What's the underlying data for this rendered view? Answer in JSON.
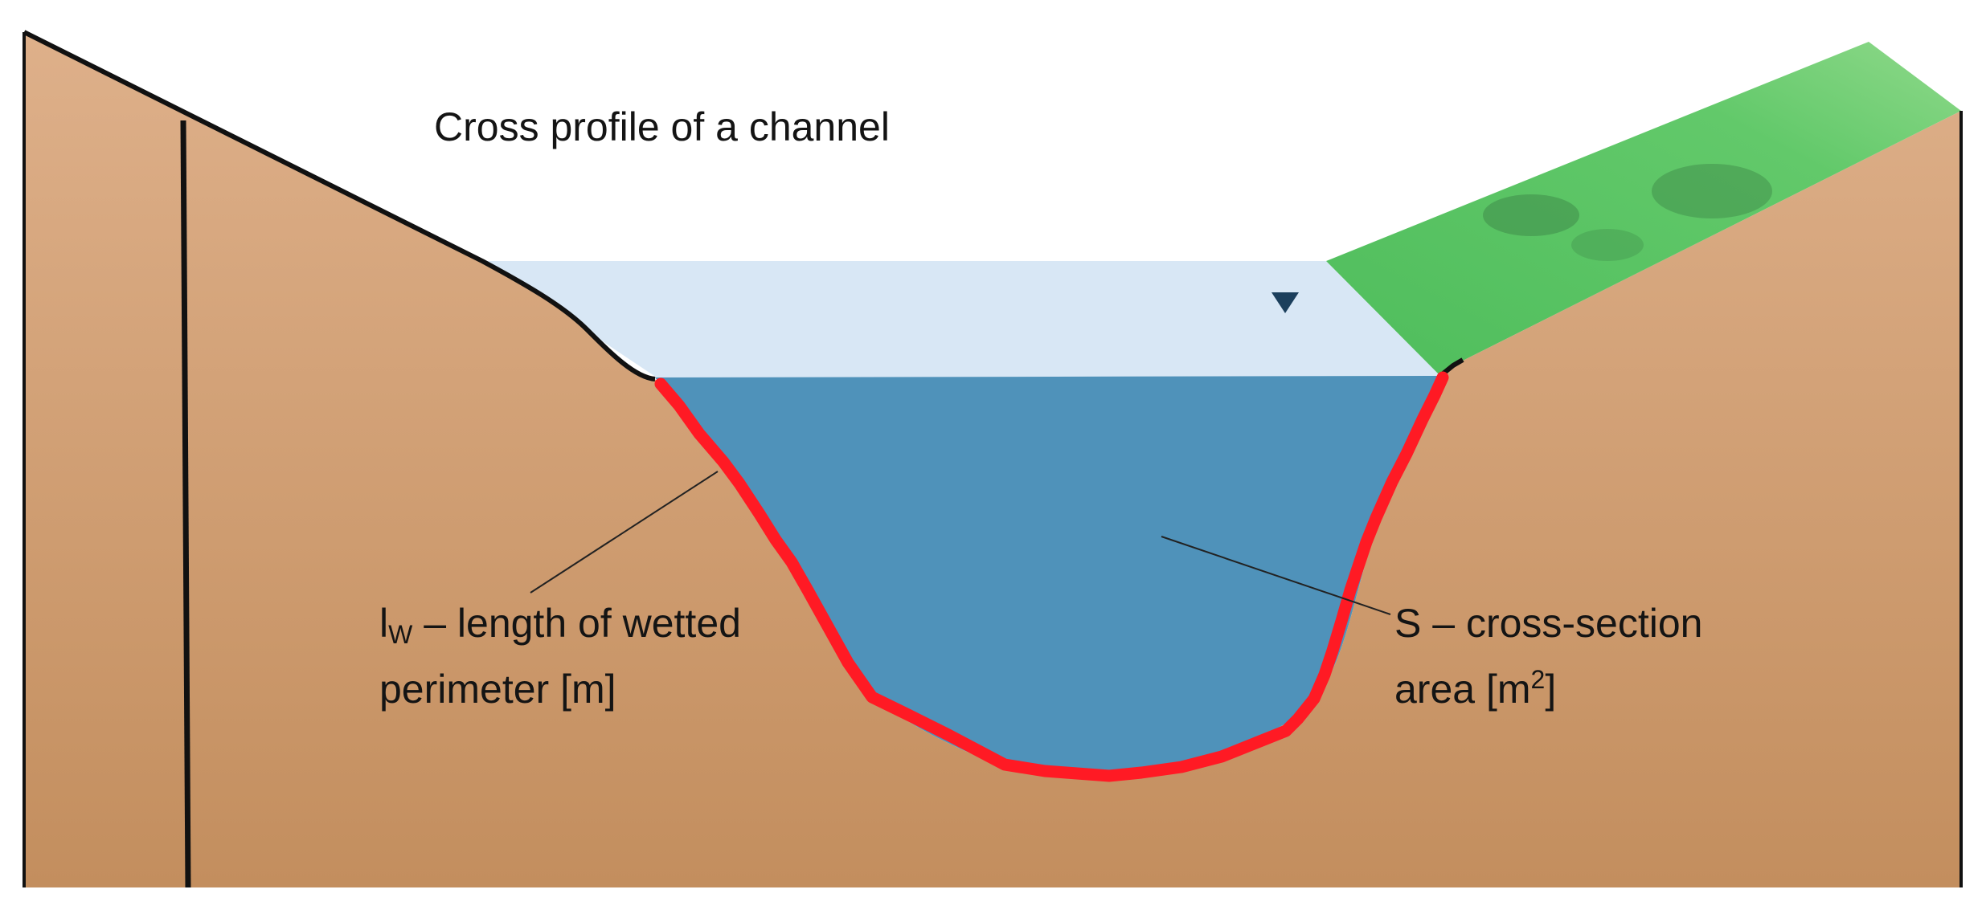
{
  "diagram": {
    "title": "Cross profile of a channel",
    "wetted_perimeter": {
      "symbol": "l",
      "subscript": "W",
      "line1_rest": " – length of wetted",
      "line2": "perimeter [m]"
    },
    "cross_section": {
      "line1": "S – cross-section",
      "line2_main": "area [m",
      "line2_sup": "2",
      "line2_end": "]"
    }
  },
  "colors": {
    "soil_top": "#deb08a",
    "soil_bottom": "#c38e5e",
    "water_surface_zone": "#d8e7f5",
    "water": "#4f92ba",
    "grass": "#58c462",
    "grass_dark": "#3f8c4a",
    "wetted_perimeter": "#ff1a24",
    "outline": "#111111",
    "water_level_marker": "#1b3f5c"
  }
}
